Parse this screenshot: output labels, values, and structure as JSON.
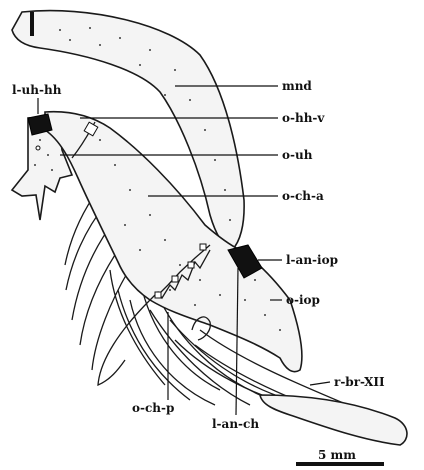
{
  "figure": {
    "labels": {
      "l_uh_hh": "l-uh-hh",
      "mnd": "mnd",
      "o_hh_v": "o-hh-v",
      "o_uh": "o-uh",
      "o_ch_a": "o-ch-a",
      "l_an_iop": "l-an-iop",
      "o_iop": "o-iop",
      "r_br_xii": "r-br-XII",
      "o_ch_p": "o-ch-p",
      "l_an_ch": "l-an-ch"
    },
    "scale_bar": {
      "label": "5 mm"
    }
  }
}
